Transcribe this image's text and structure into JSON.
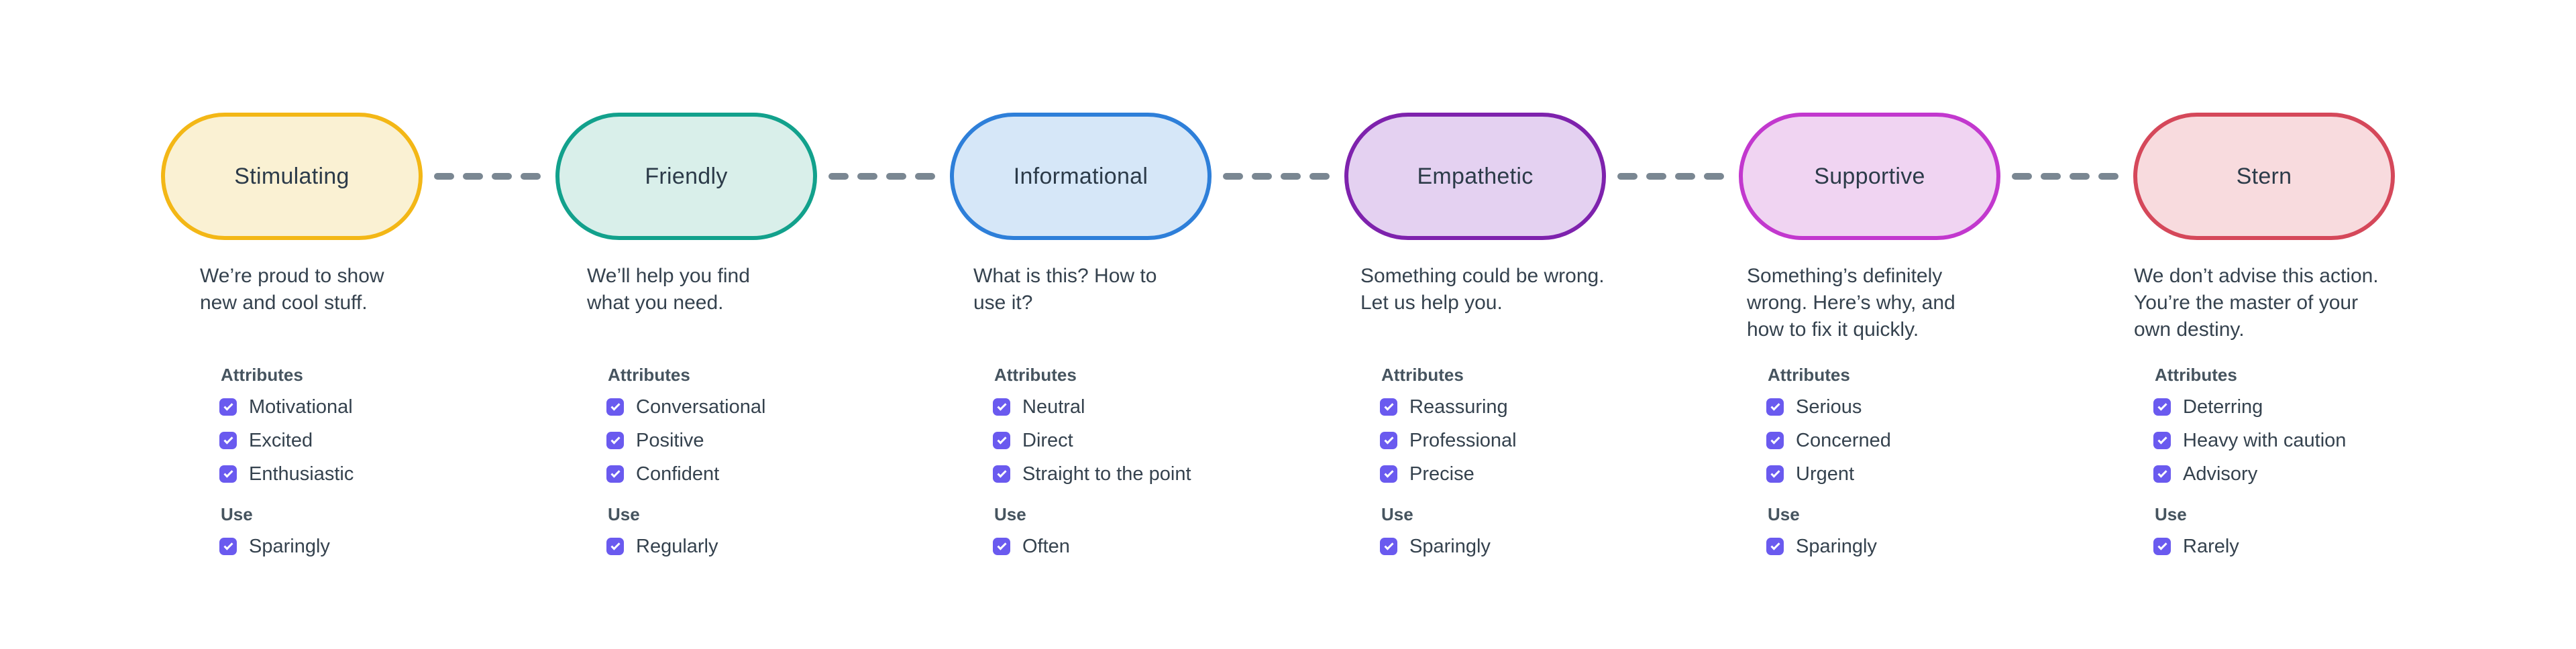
{
  "diagram": {
    "labels": {
      "attributes": "Attributes",
      "use": "Use"
    },
    "colors": {
      "background": "#ffffff",
      "text": "#35424E",
      "heading": "#46545F",
      "pill_text": "#2C3B49",
      "checkbox": "#6A5AEF",
      "connector": "#7A8792"
    },
    "tones": [
      {
        "name": "Stimulating",
        "colors": {
          "border": "#F3B716",
          "fill": "#FAF1D3"
        },
        "description_lines": [
          "We’re proud to show",
          "new and cool stuff."
        ],
        "attributes": [
          {
            "label": "Motivational",
            "checked": true
          },
          {
            "label": "Excited",
            "checked": true
          },
          {
            "label": "Enthusiastic",
            "checked": true
          }
        ],
        "use": {
          "label": "Sparingly",
          "checked": true
        }
      },
      {
        "name": "Friendly",
        "colors": {
          "border": "#12A18C",
          "fill": "#D9EFEA"
        },
        "description_lines": [
          "We’ll help you find",
          "what you need."
        ],
        "attributes": [
          {
            "label": "Conversational",
            "checked": true
          },
          {
            "label": "Positive",
            "checked": true
          },
          {
            "label": "Confident",
            "checked": true
          }
        ],
        "use": {
          "label": "Regularly",
          "checked": true
        }
      },
      {
        "name": "Informational",
        "colors": {
          "border": "#2E7FD9",
          "fill": "#D6E7F8"
        },
        "description_lines": [
          "What is this? How to",
          "use it?"
        ],
        "attributes": [
          {
            "label": "Neutral",
            "checked": true
          },
          {
            "label": "Direct",
            "checked": true
          },
          {
            "label": "Straight to the point",
            "checked": true
          }
        ],
        "use": {
          "label": "Often",
          "checked": true
        }
      },
      {
        "name": "Empathetic",
        "colors": {
          "border": "#7E22AD",
          "fill": "#E4D1F1"
        },
        "description_lines": [
          "Something could be wrong.",
          "Let us help you."
        ],
        "attributes": [
          {
            "label": "Reassuring",
            "checked": true
          },
          {
            "label": "Professional",
            "checked": true
          },
          {
            "label": "Precise",
            "checked": true
          }
        ],
        "use": {
          "label": "Sparingly",
          "checked": true
        }
      },
      {
        "name": "Supportive",
        "colors": {
          "border": "#C238CE",
          "fill": "#F0D4F2"
        },
        "description_lines": [
          "Something’s definitely",
          "wrong. Here’s why, and",
          "how to fix it quickly."
        ],
        "attributes": [
          {
            "label": "Serious",
            "checked": true
          },
          {
            "label": "Concerned",
            "checked": true
          },
          {
            "label": "Urgent",
            "checked": true
          }
        ],
        "use": {
          "label": "Sparingly",
          "checked": true
        }
      },
      {
        "name": "Stern",
        "colors": {
          "border": "#D5485A",
          "fill": "#F8DBDE"
        },
        "description_lines": [
          "We don’t advise this action.",
          "You’re the master of your",
          "own destiny."
        ],
        "attributes": [
          {
            "label": "Deterring",
            "checked": true
          },
          {
            "label": "Heavy with caution",
            "checked": true
          },
          {
            "label": "Advisory",
            "checked": true
          }
        ],
        "use": {
          "label": "Rarely",
          "checked": true
        }
      }
    ]
  }
}
